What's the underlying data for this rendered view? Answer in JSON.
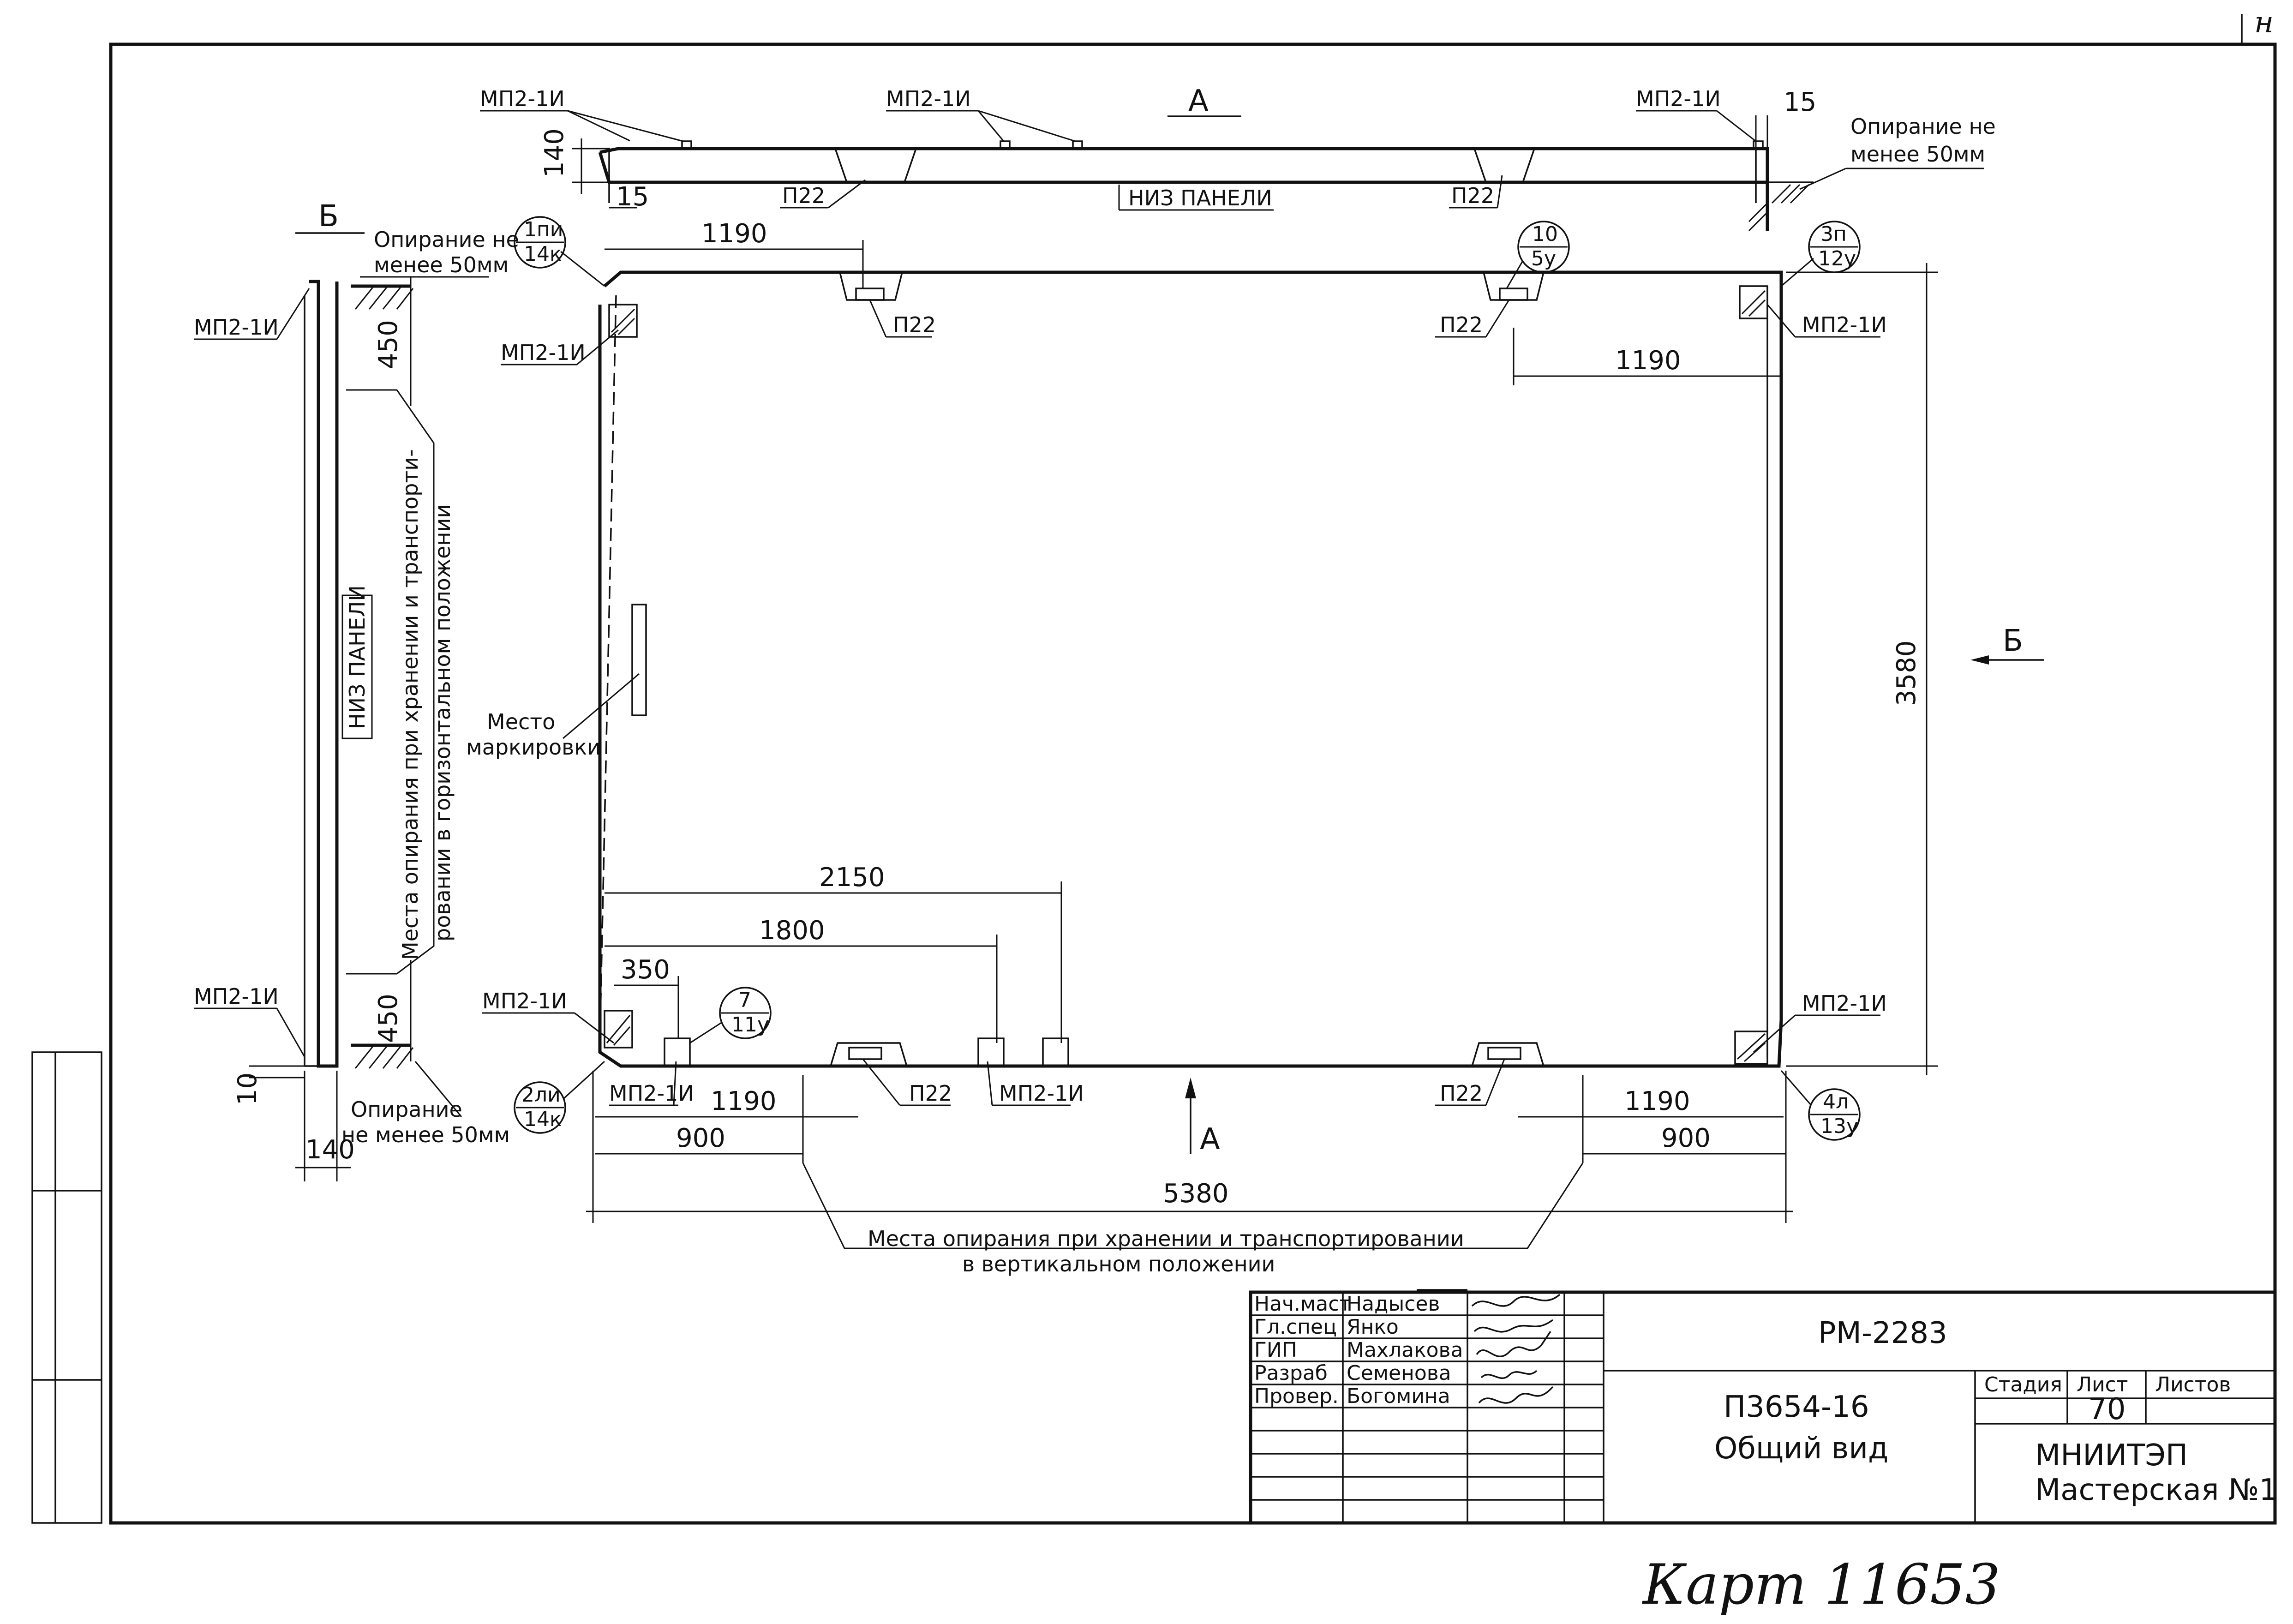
{
  "sheet_corner_mark": "н",
  "views": {
    "view_a": "А",
    "view_b_left": "Б",
    "view_b_right": "Б",
    "view_a_arrow": "А"
  },
  "labels": {
    "mp": "МП2-1И",
    "p22": "П22",
    "panel_bottom_top": "НИЗ ПАНЕЛИ",
    "panel_bottom_side": "НИЗ ПАНЕЛИ",
    "support_note_tr_1": "Опирание не",
    "support_note_tr_2": "менее 50мм",
    "support_note_tl_1": "Опирание не",
    "support_note_tl_2": "менее 50мм",
    "support_note_bl_1": "Опирание",
    "support_note_bl_2": "не менее 50мм",
    "marking_1": "Место",
    "marking_2": "маркировки",
    "horizontal_support_1": "Места опирания при хранении и транспорти-",
    "horizontal_support_2": "ровании в горизонтальном положении",
    "vertical_support_1": "Места опирания при хранении и транспортировании",
    "vertical_support_2": "в вертикальном положении"
  },
  "callouts": [
    {
      "top": "1пи",
      "bottom": "14к"
    },
    {
      "top": "10",
      "bottom": "5у"
    },
    {
      "top": "3п",
      "bottom": "12у"
    },
    {
      "top": "2ли",
      "bottom": "14к"
    },
    {
      "top": "7",
      "bottom": "11у"
    },
    {
      "top": "4л",
      "bottom": "13у"
    }
  ],
  "dimensions": {
    "d1190_top": "1190",
    "d1190_right": "1190",
    "d1190_bl": "1190",
    "d1190_br": "1190",
    "d900_l": "900",
    "d900_r": "900",
    "d5380": "5380",
    "d3580": "3580",
    "d2150": "2150",
    "d1800": "1800",
    "d350": "350",
    "d140_top": "140",
    "d15_left": "15",
    "d15_right": "15",
    "d450_top": "450",
    "d450_bottom": "450",
    "d10": "10",
    "d140_bottom": "140"
  },
  "title_block": {
    "roles": [
      "Нач.маст",
      "Гл.спец",
      "ГИП",
      "Разраб",
      "Провер."
    ],
    "names": [
      "Надысев",
      "Янко",
      "Махлакова",
      "Семенова",
      "Богомина"
    ],
    "doc_code": "РМ-2283",
    "product": "П3654-16",
    "sheet_title": "Общий вид",
    "stage_header": "Стадия",
    "sheet_header": "Лист",
    "sheets_header": "Листов",
    "sheet_number": "70",
    "org_1": "МНИИТЭП",
    "org_2": "Мастерская №1"
  },
  "handwritten_footer": "Карт 11653"
}
